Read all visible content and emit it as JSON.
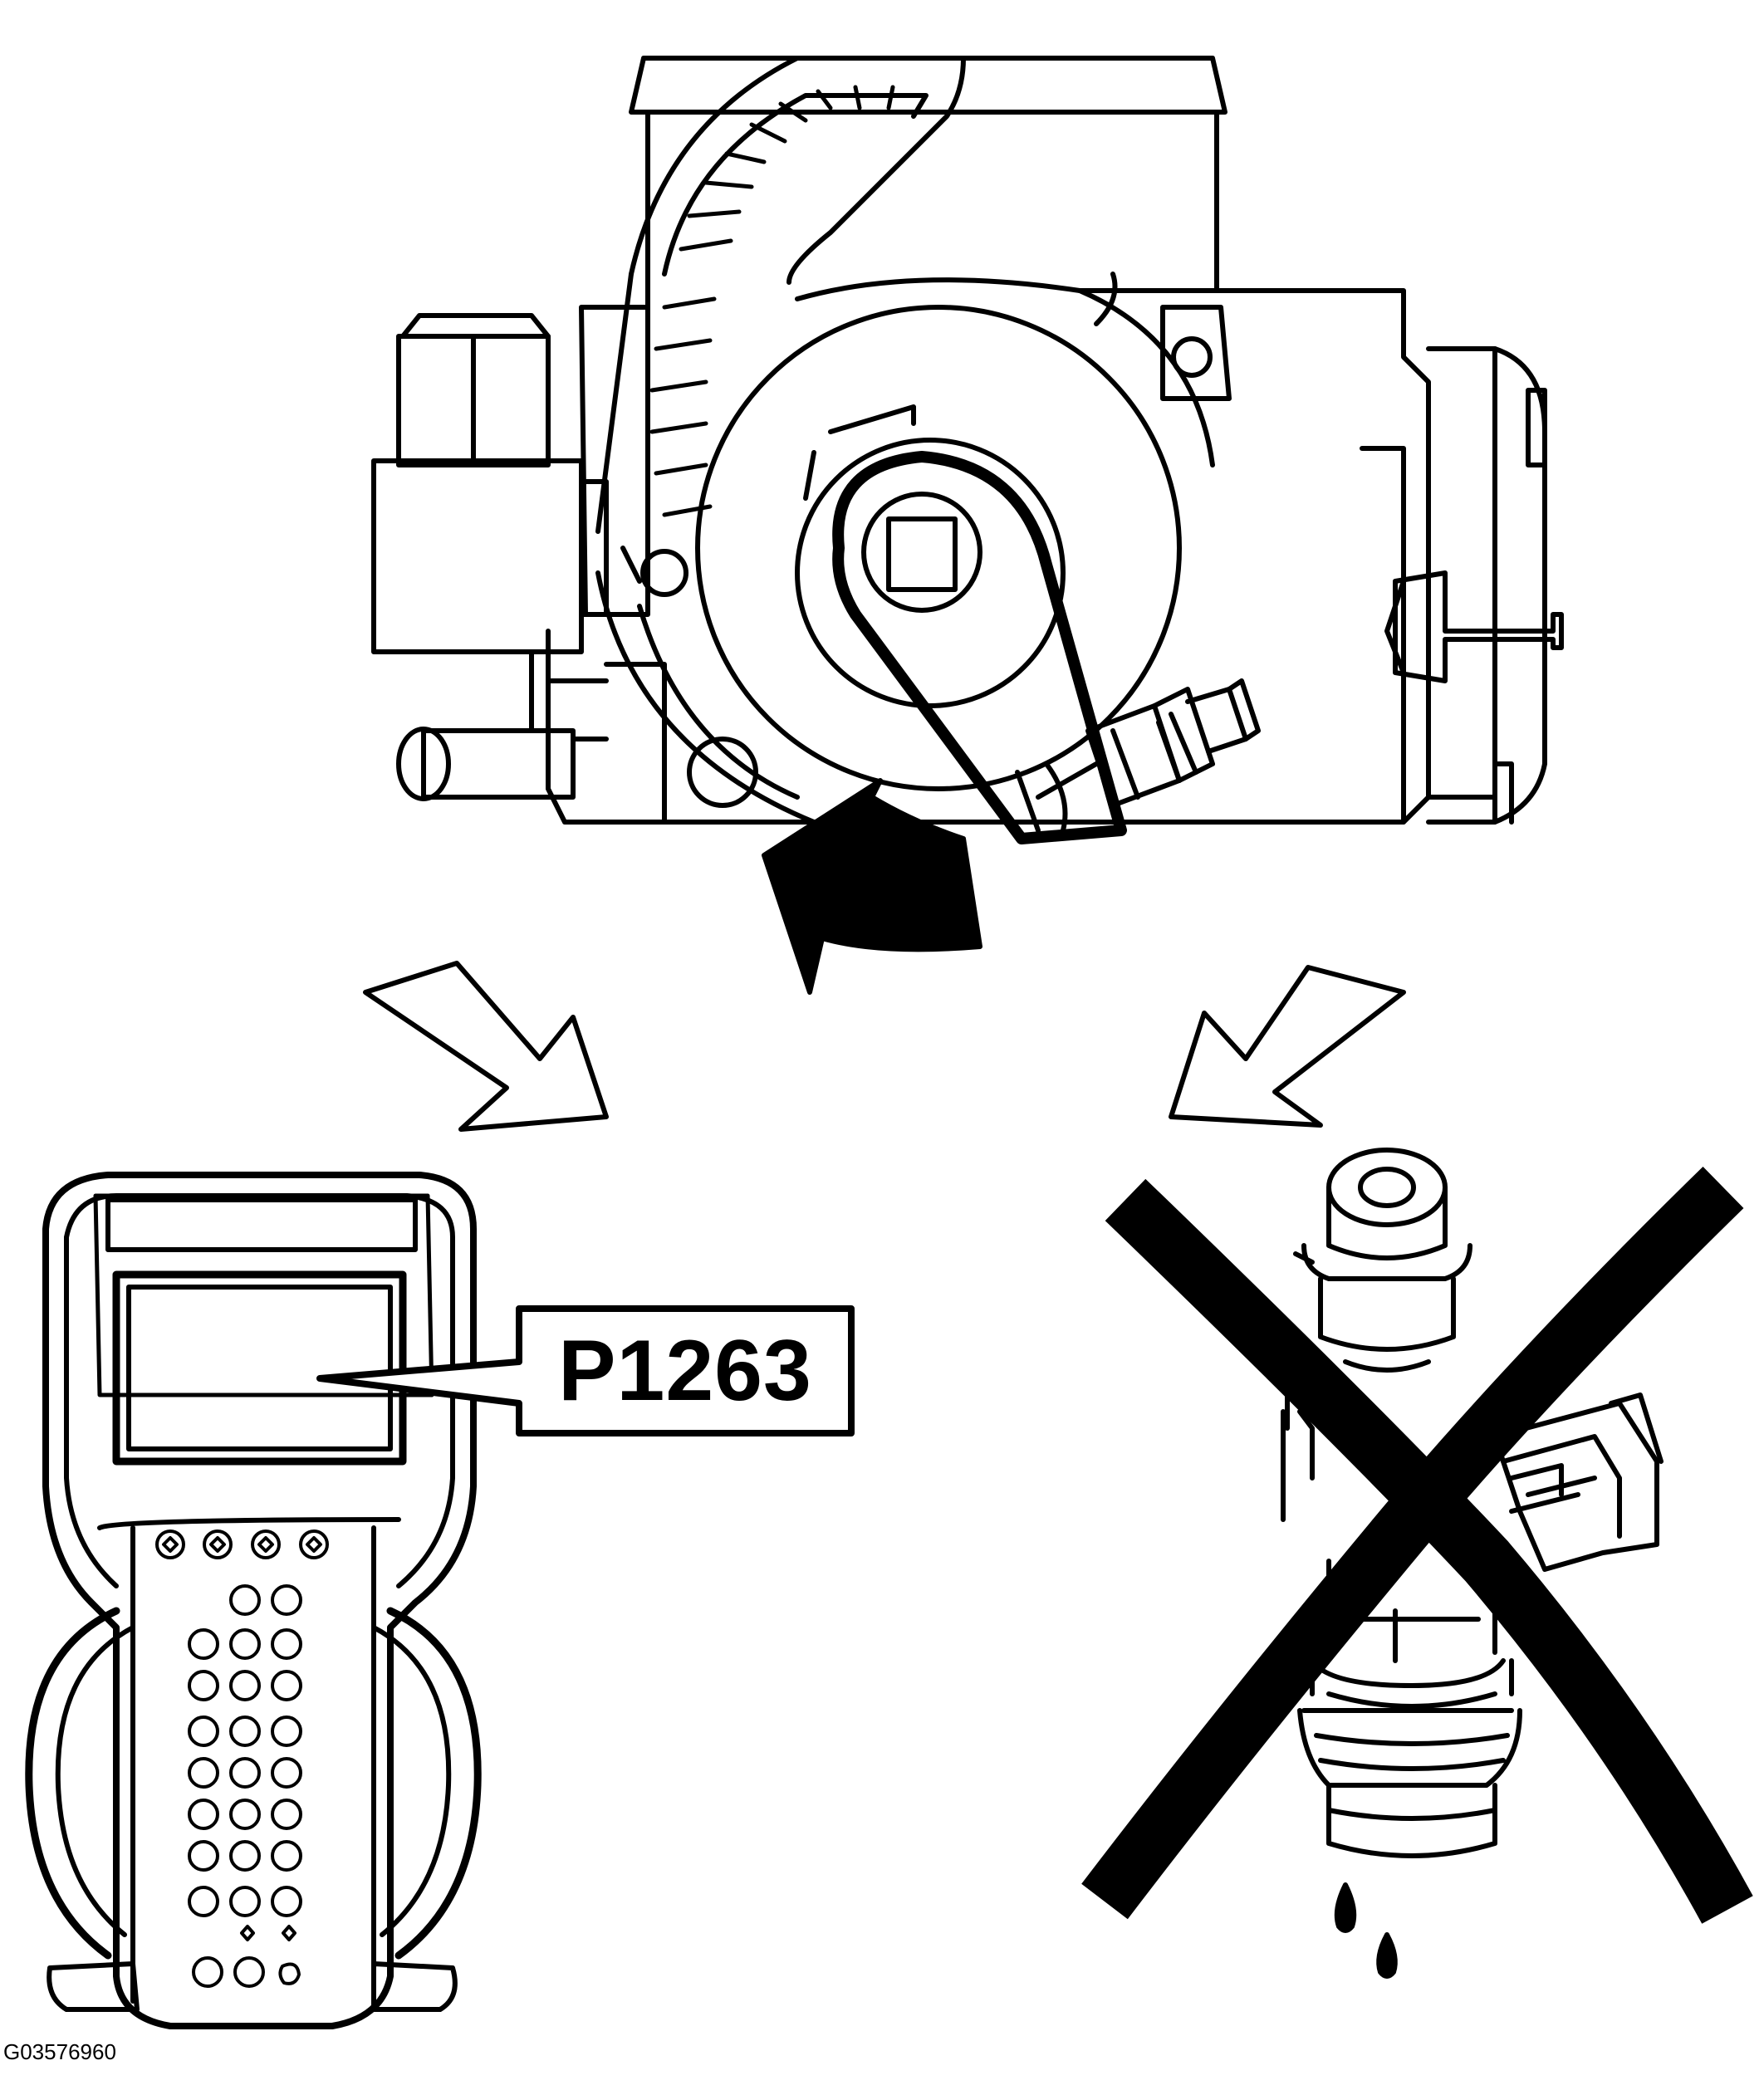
{
  "callout": {
    "code": "P1263"
  },
  "figure_id": "G03576960",
  "icons": {
    "throttle_body": "throttle-body",
    "rotation_arrow": "counterclockwise-arrow",
    "scan_tool": "diagnostic-scan-tool",
    "fuel_injector": "fuel-injector",
    "prohibited": "x-mark"
  }
}
